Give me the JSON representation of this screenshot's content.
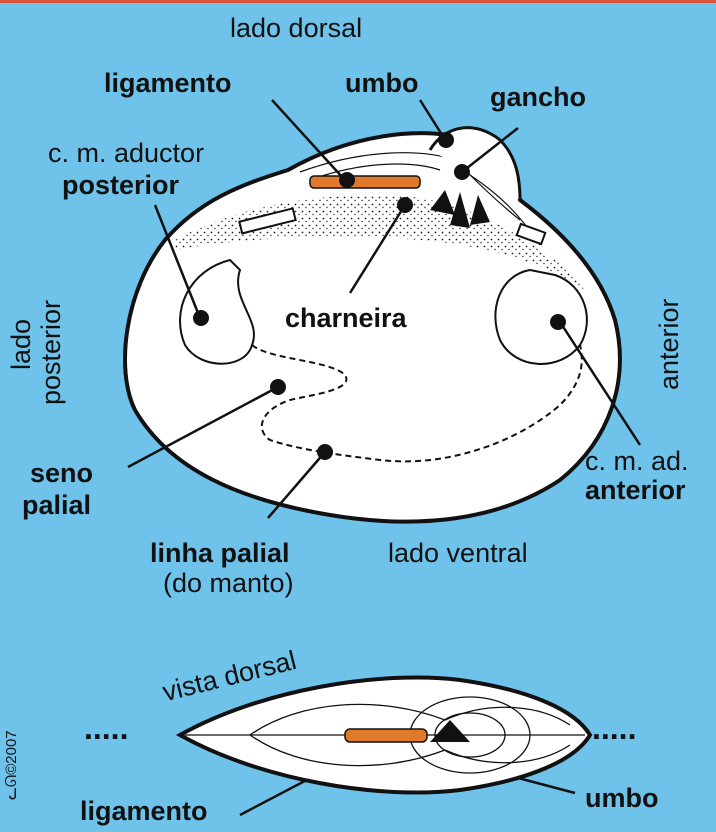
{
  "colors": {
    "background": "#6fc3ea",
    "shell": "#ffffff",
    "ligament": "#e07a2a",
    "ink": "#111111"
  },
  "labels": {
    "lado_dorsal": "lado dorsal",
    "ligamento": "ligamento",
    "umbo": "umbo",
    "gancho": "gancho",
    "cm_aductor": "c. m. aductor",
    "posterior": "posterior",
    "lado": "lado",
    "lado_posterior": "posterior",
    "charneira": "charneira",
    "anterior_side": "anterior",
    "seno": "seno",
    "palial": "palial",
    "cm_ad": "c. m. ad.",
    "anterior": "anterior",
    "linha_palial": "linha palial",
    "do_manto": "(do manto)",
    "lado_ventral": "lado ventral",
    "vista_dorsal": "vista dorsal",
    "dots_left": ".....",
    "dots_right": ".....",
    "ligamento_2": "ligamento",
    "umbo_2": "umbo",
    "copyright": "ᓚᘏ©2007"
  }
}
